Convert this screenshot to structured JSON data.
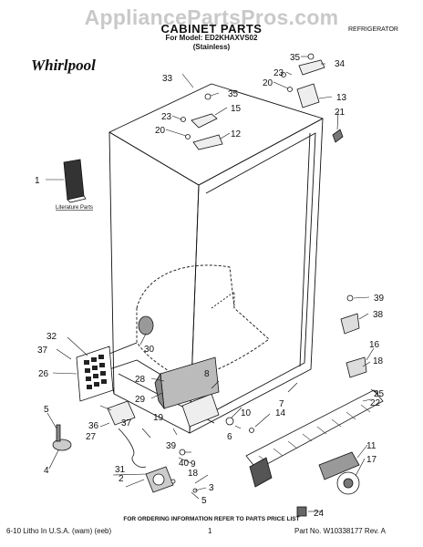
{
  "header": {
    "watermark": "AppliancePartsPros.com",
    "title": "CABINET PARTS",
    "model_line": "For Model: ED2KHAXVS02",
    "variant": "(Stainless)",
    "category": "REFRIGERATOR",
    "brand": "Whirlpool"
  },
  "diagram": {
    "literature_label": "Literature Parts",
    "callouts": [
      "1",
      "2",
      "3",
      "4",
      "5",
      "5",
      "6",
      "7",
      "8",
      "9",
      "10",
      "11",
      "12",
      "13",
      "14",
      "15",
      "16",
      "17",
      "18",
      "18",
      "19",
      "20",
      "20",
      "21",
      "22",
      "23",
      "23",
      "24",
      "25",
      "26",
      "27",
      "28",
      "29",
      "30",
      "31",
      "32",
      "33",
      "34",
      "35",
      "35",
      "36",
      "37",
      "37",
      "38",
      "39",
      "39",
      "40"
    ]
  },
  "footer": {
    "note": "FOR ORDERING INFORMATION REFER TO PARTS PRICE LIST",
    "litho": "6-10 Litho In U.S.A. (wam) (eeb)",
    "page": "1",
    "part_no": "Part No. W10338177 Rev. A"
  }
}
